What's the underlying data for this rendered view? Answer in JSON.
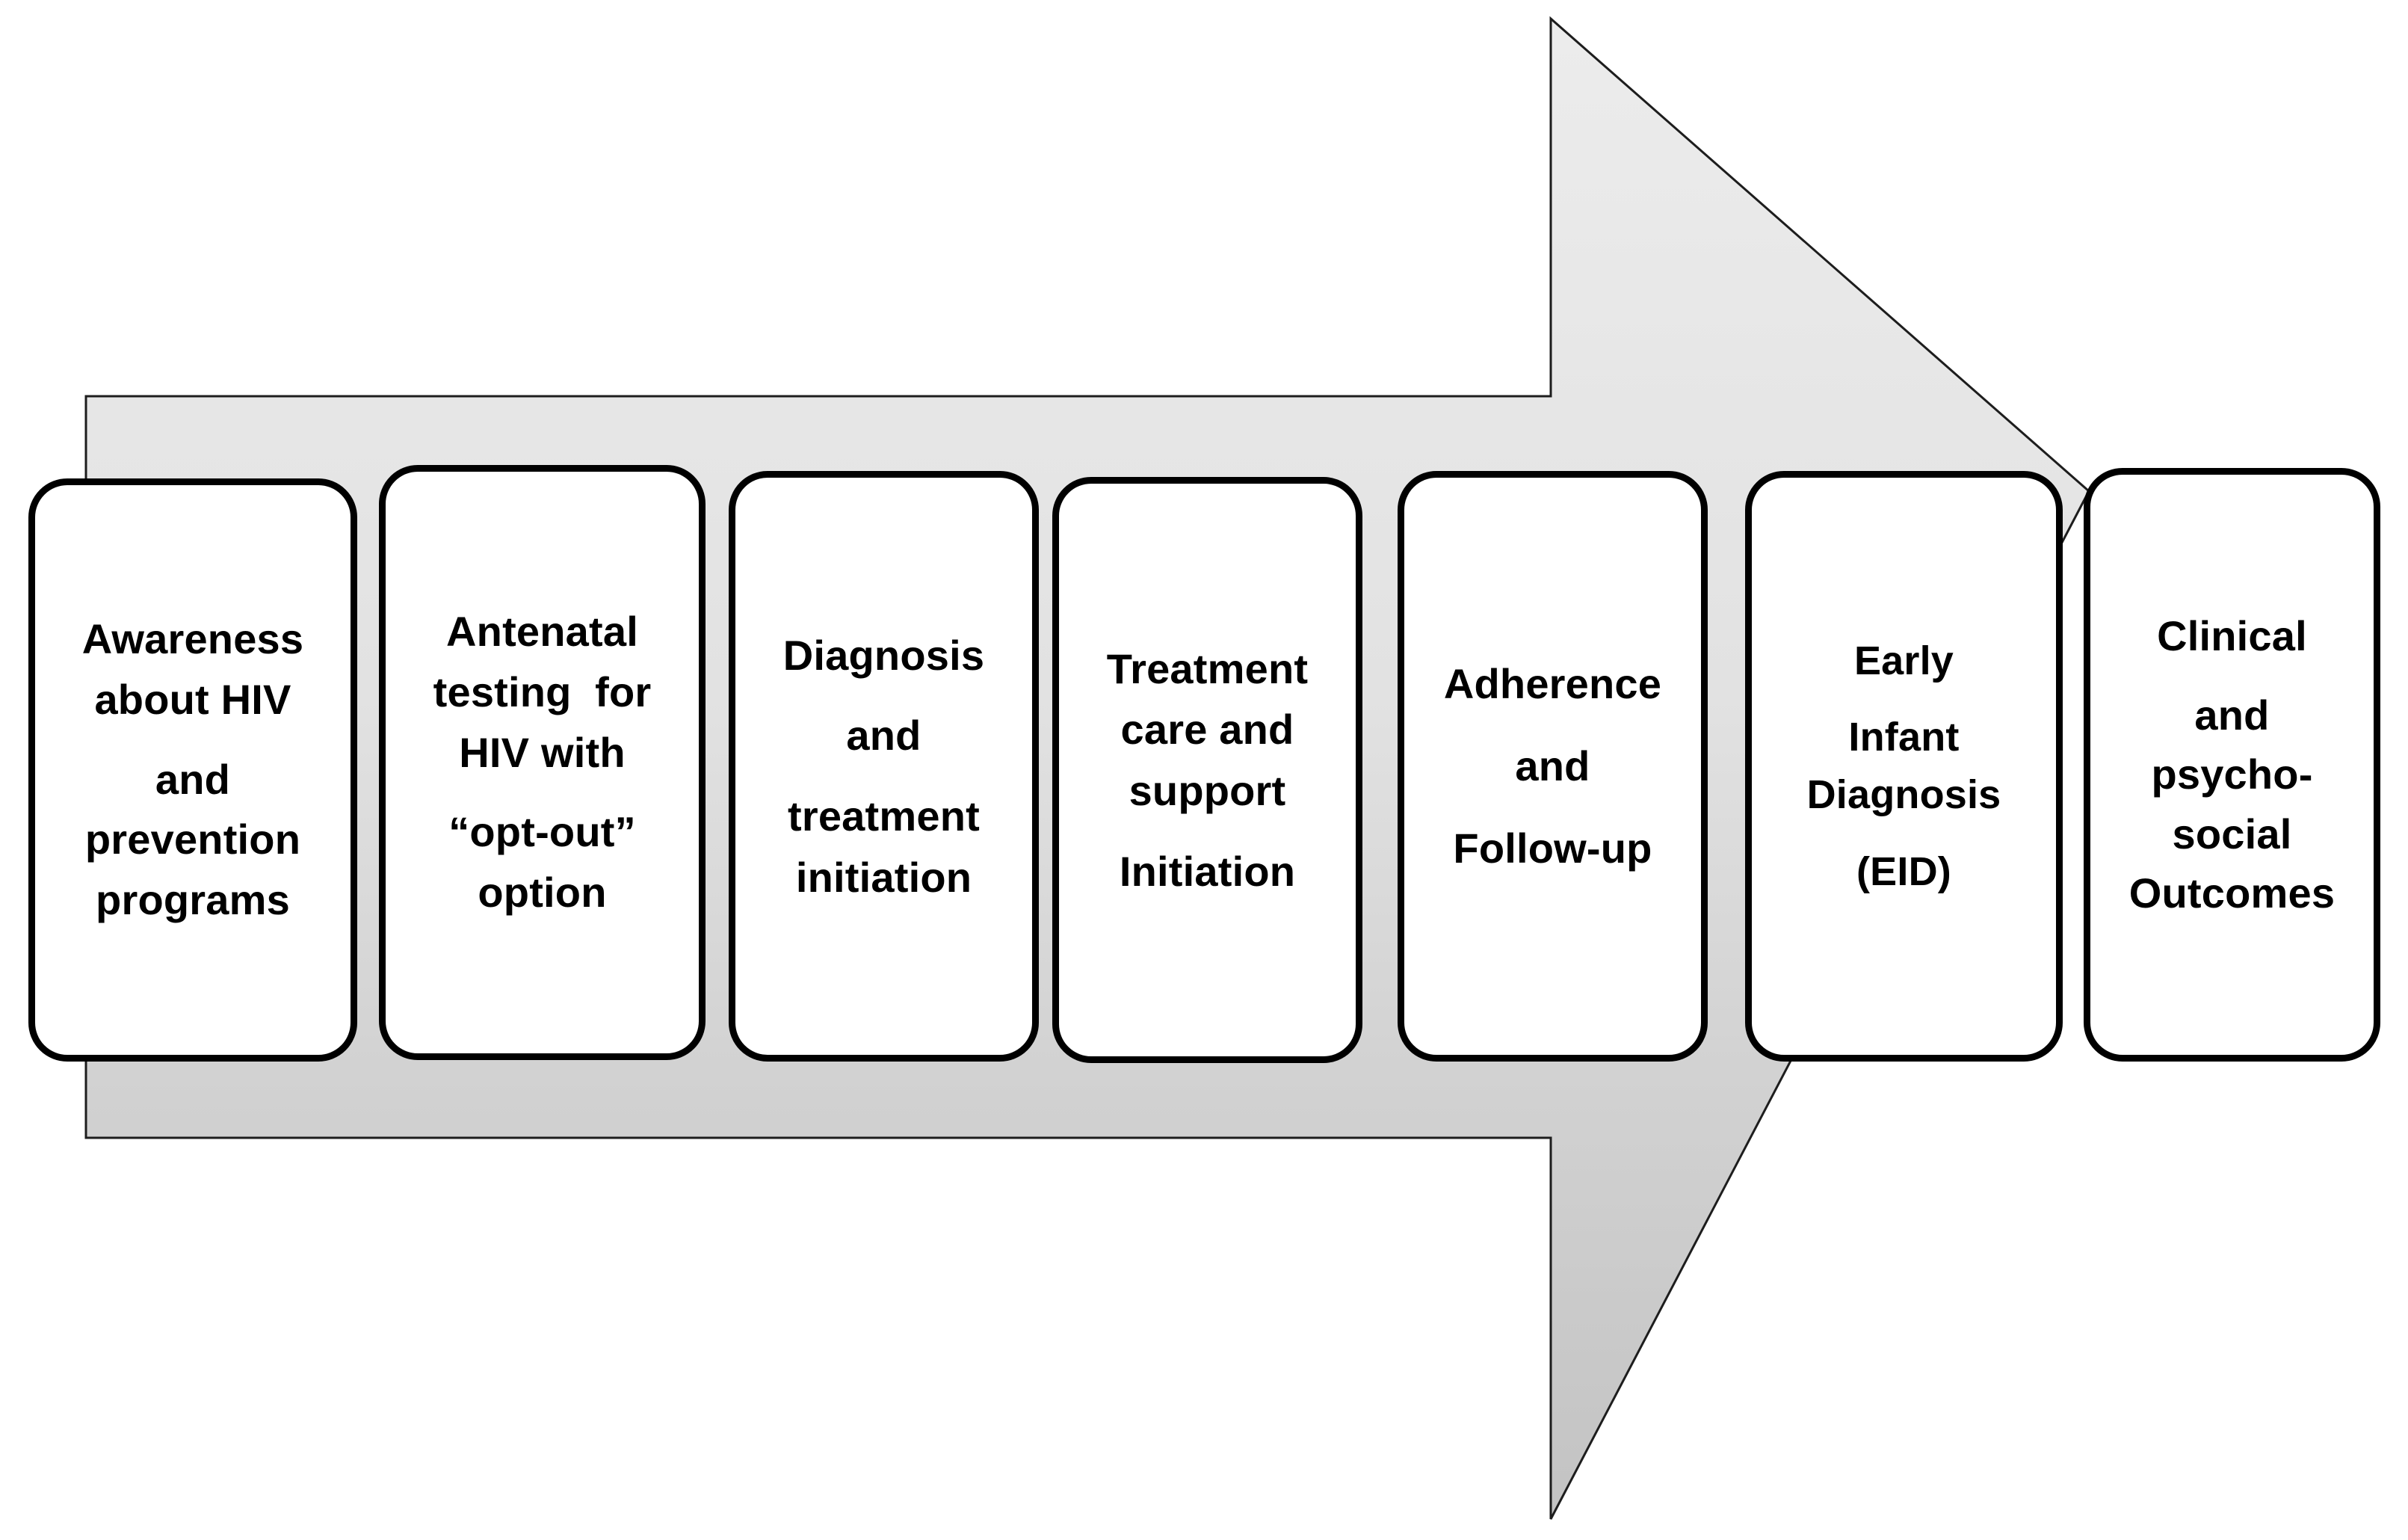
{
  "diagram": {
    "type": "process-flow-arrow",
    "title": "HIV care cascade process flow",
    "direction": "left-to-right",
    "arrow": {
      "name": "process-arrow",
      "fill_top": "#e6e6e6",
      "fill_bottom": "#c6c6c6",
      "stroke": "#1a1a1a"
    },
    "steps": [
      {
        "index": 1,
        "id": "awareness",
        "lines": [
          "Awareness",
          "about HIV",
          "",
          "and",
          "prevention",
          "programs"
        ],
        "text": "Awareness about HIV and prevention programs"
      },
      {
        "index": 2,
        "id": "antenatal-testing",
        "lines": [
          "Antenatal",
          "testing  for",
          "HIV with",
          "",
          "“opt-out”",
          "option"
        ],
        "text": "Antenatal testing for HIV with “opt-out” option"
      },
      {
        "index": 3,
        "id": "diagnosis-treatment-initiation",
        "lines": [
          "Diagnosis",
          "",
          "and",
          "",
          "treatment",
          "initiation"
        ],
        "text": "Diagnosis and treatment initiation"
      },
      {
        "index": 4,
        "id": "treatment-care-support",
        "lines": [
          "Treatment",
          "care and",
          "support",
          "",
          "Initiation"
        ],
        "text": "Treatment care and support Initiation"
      },
      {
        "index": 5,
        "id": "adherence-followup",
        "lines": [
          "Adherence",
          "",
          "and",
          "",
          "Follow-up"
        ],
        "text": "Adherence and Follow-up"
      },
      {
        "index": 6,
        "id": "early-infant-diagnosis",
        "lines": [
          "Early",
          "",
          "Infant",
          "Diagnosis",
          "",
          "(EID)"
        ],
        "text": "Early Infant Diagnosis (EID)"
      },
      {
        "index": 7,
        "id": "clinical-psychosocial-outcomes",
        "lines": [
          "Clinical",
          "",
          "and",
          "psycho-",
          "social",
          "Outcomes"
        ],
        "text": "Clinical and psycho-social Outcomes"
      }
    ]
  }
}
